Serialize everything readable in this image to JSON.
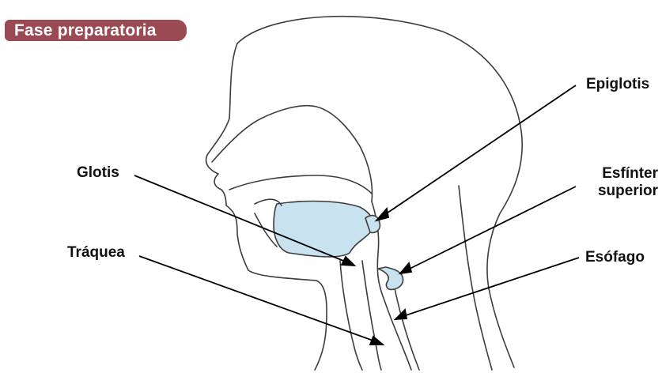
{
  "header": {
    "title": "Fase preparatoria"
  },
  "colors": {
    "badge_bg": "#9a4a52",
    "badge_text": "#ffffff",
    "tissue_fill": "#c9e2ef",
    "outline": "#3d3d3d"
  },
  "labels": {
    "epiglotis": "Epiglotis",
    "esfinter_line1": "Esfínter",
    "esfinter_line2": "superior",
    "glotis": "Glotis",
    "traquea": "Tráquea",
    "esofago": "Esófago"
  }
}
